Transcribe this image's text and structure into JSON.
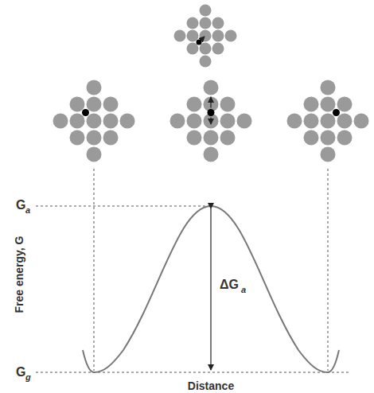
{
  "diagram": {
    "labels": [
      "G",
      "a",
      "G",
      "g",
      "ΔG",
      "a",
      "Free energy, G",
      "Distance"
    ]
  }
}
